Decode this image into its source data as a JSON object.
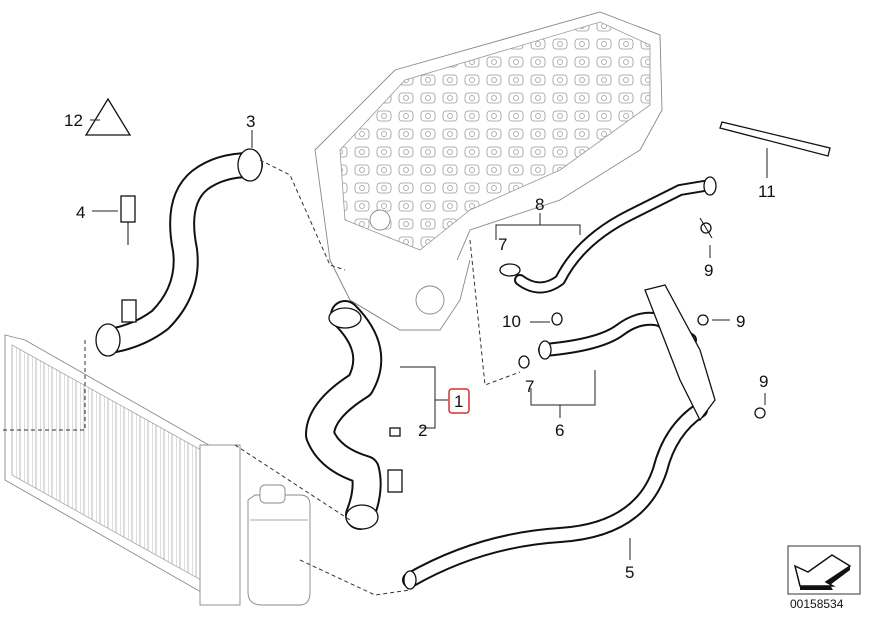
{
  "diagram": {
    "callouts": [
      {
        "id": "1",
        "text": "1",
        "highlighted": true,
        "highlight_color": "#d0312d"
      },
      {
        "id": "2",
        "text": "2"
      },
      {
        "id": "3",
        "text": "3"
      },
      {
        "id": "4",
        "text": "4"
      },
      {
        "id": "5",
        "text": "5"
      },
      {
        "id": "6",
        "text": "6"
      },
      {
        "id": "7a",
        "text": "7"
      },
      {
        "id": "7b",
        "text": "7"
      },
      {
        "id": "8",
        "text": "8"
      },
      {
        "id": "9a",
        "text": "9"
      },
      {
        "id": "9b",
        "text": "9"
      },
      {
        "id": "9c",
        "text": "9"
      },
      {
        "id": "10",
        "text": "10"
      },
      {
        "id": "11",
        "text": "11"
      },
      {
        "id": "12",
        "text": "12"
      }
    ],
    "diagram_number": "00158534",
    "orientation_icon": "arrow-direction-icon"
  }
}
